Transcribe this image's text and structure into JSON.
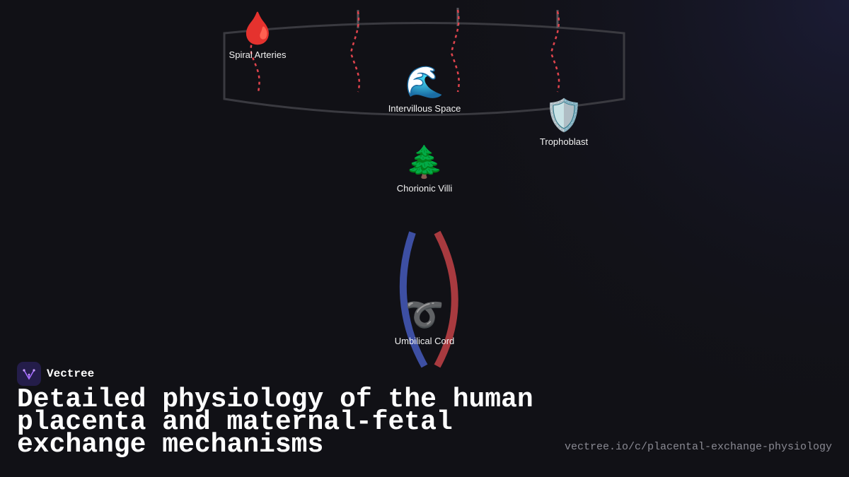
{
  "brand": {
    "name": "Vectree",
    "accent": "#241d4a",
    "logo_icon": "vectree-logo-icon"
  },
  "title": "Detailed physiology of the human placenta and maternal-fetal exchange mechanisms",
  "url": "vectree.io/c/placental-exchange-physiology",
  "colors": {
    "background": "#111116",
    "artery_dashes": "#e0444d",
    "placenta_outline": "#3a3a40",
    "umbilical_vein": "#3d4fa3",
    "umbilical_artery": "#a83a3f"
  },
  "nodes": [
    {
      "id": "spiral-arteries",
      "label": "Spiral Arteries",
      "icon": "blood-drop-icon",
      "emoji": "🩸"
    },
    {
      "id": "intervillous-space",
      "label": "Intervillous Space",
      "icon": "wave-icon",
      "emoji": "🌊"
    },
    {
      "id": "trophoblast",
      "label": "Trophoblast",
      "icon": "shield-icon",
      "emoji": "🛡️"
    },
    {
      "id": "chorionic-villi",
      "label": "Chorionic Villi",
      "icon": "evergreen-tree-icon",
      "emoji": "🌲"
    },
    {
      "id": "umbilical-cord",
      "label": "Umbilical Cord",
      "icon": "curly-loop-icon",
      "emoji": "➰"
    }
  ]
}
